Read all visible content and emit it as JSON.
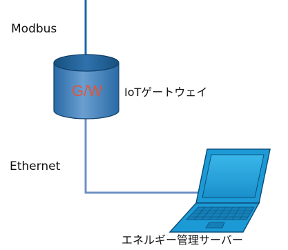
{
  "diagram": {
    "upper_link_label": "Modbus",
    "lower_link_label": "Ethernet",
    "gateway": {
      "symbol_text": "G/W",
      "caption": "IoTゲートウェイ"
    },
    "server": {
      "caption": "エネルギー管理サーバー"
    }
  },
  "colors": {
    "line": "#1a66a8",
    "lower_line": "#6f90c4",
    "cylinder_top": "#1f5f9a",
    "cylinder_body": "#4a85bd",
    "gw_text": "#e2543a",
    "laptop_fill": "#1c9ad6",
    "laptop_outline": "#0d4e7a"
  },
  "icons": [
    "cylinder-gateway-icon",
    "laptop-icon"
  ]
}
